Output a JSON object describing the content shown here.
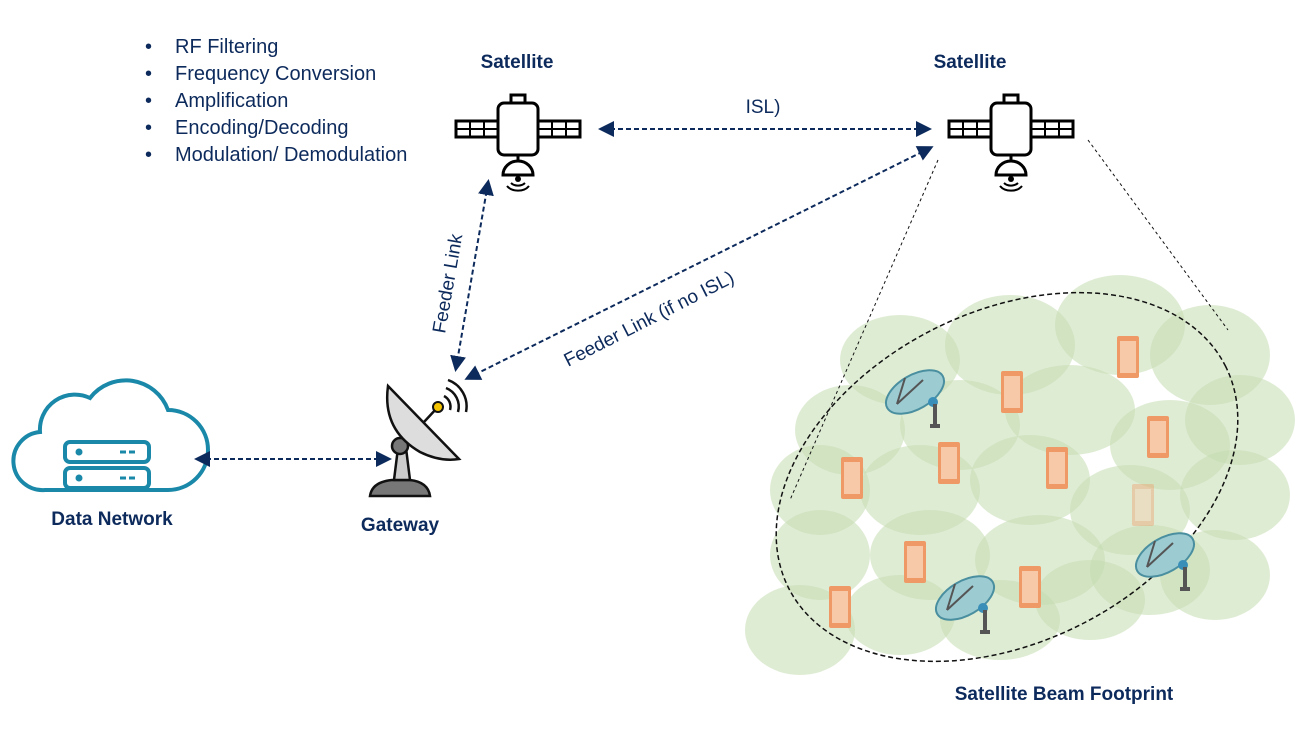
{
  "functions_list": [
    "RF Filtering",
    "Frequency Conversion",
    "Amplification",
    "Encoding/Decoding",
    "Modulation/ Demodulation"
  ],
  "nodes": {
    "satellite_left": "Satellite",
    "satellite_right": "Satellite",
    "gateway": "Gateway",
    "data_network": "Data Network",
    "footprint": "Satellite Beam Footprint"
  },
  "links": {
    "isl": "ISL)",
    "feeder": "Feeder Link",
    "feeder_alt": "Feeder Link (if no ISL)"
  },
  "colors": {
    "text": "#0d2a5c",
    "beam": "#c5dcb0",
    "device": "#ee9a68",
    "cloud": "#1a88a8"
  }
}
